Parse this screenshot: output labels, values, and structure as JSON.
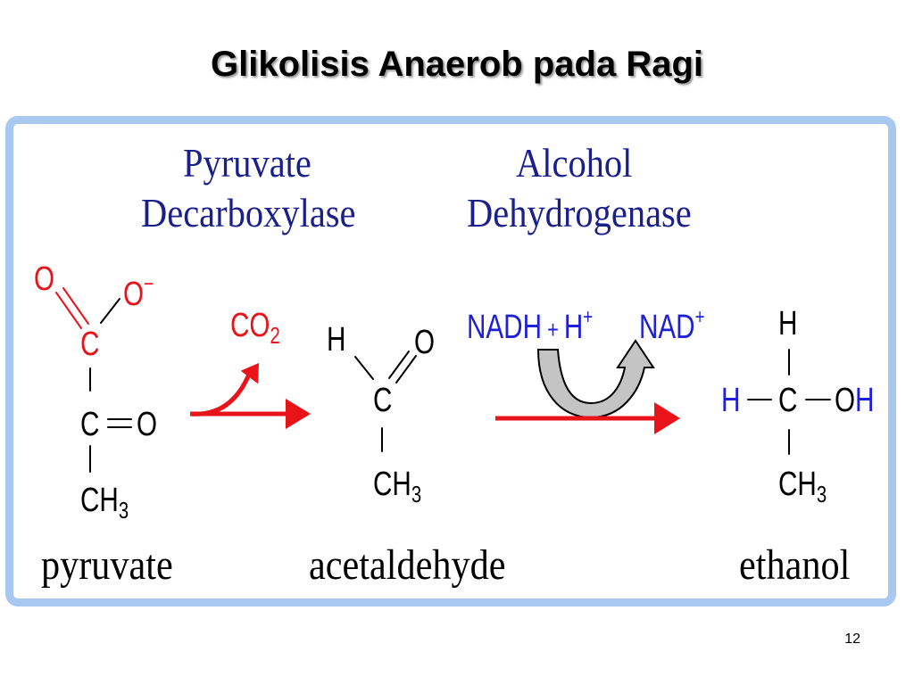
{
  "slide": {
    "title": "Glikolisis Anaerob pada Ragi",
    "page_number": "12"
  },
  "enzymes": {
    "enzyme1_line1": "Pyruvate",
    "enzyme1_line2": "Decarboxylase",
    "enzyme2_line1": "Alcohol",
    "enzyme2_line2": "Dehydrogenase"
  },
  "pyruvate": {
    "o_top": "O",
    "o_minus": "O",
    "minus": "−",
    "c1": "C",
    "c2": "C",
    "o_keto": "O",
    "ch": "CH",
    "ch_sub": "3",
    "name": "pyruvate"
  },
  "co2": {
    "co": "CO",
    "sub": "2"
  },
  "acetaldehyde": {
    "h": "H",
    "o": "O",
    "c": "C",
    "ch": "CH",
    "ch_sub": "3",
    "name": "acetaldehyde"
  },
  "cofactors": {
    "nadh": "NADH",
    "plus": "+",
    "h": "H",
    "h_sup": "+",
    "nad": "NAD",
    "nad_sup": "+"
  },
  "ethanol": {
    "h_top": "H",
    "h_left": "H",
    "c": "C",
    "o": "O",
    "oh_h": "H",
    "ch": "CH",
    "ch_sub": "3",
    "name": "ethanol"
  },
  "colors": {
    "enzyme_text": "#1a1f8c",
    "carboxyl_red": "#e8141a",
    "cofactor_blue": "#1e1fd6",
    "panel_border": "#a9c8f0",
    "curved_arrow_fill": "#c4c4c4"
  }
}
